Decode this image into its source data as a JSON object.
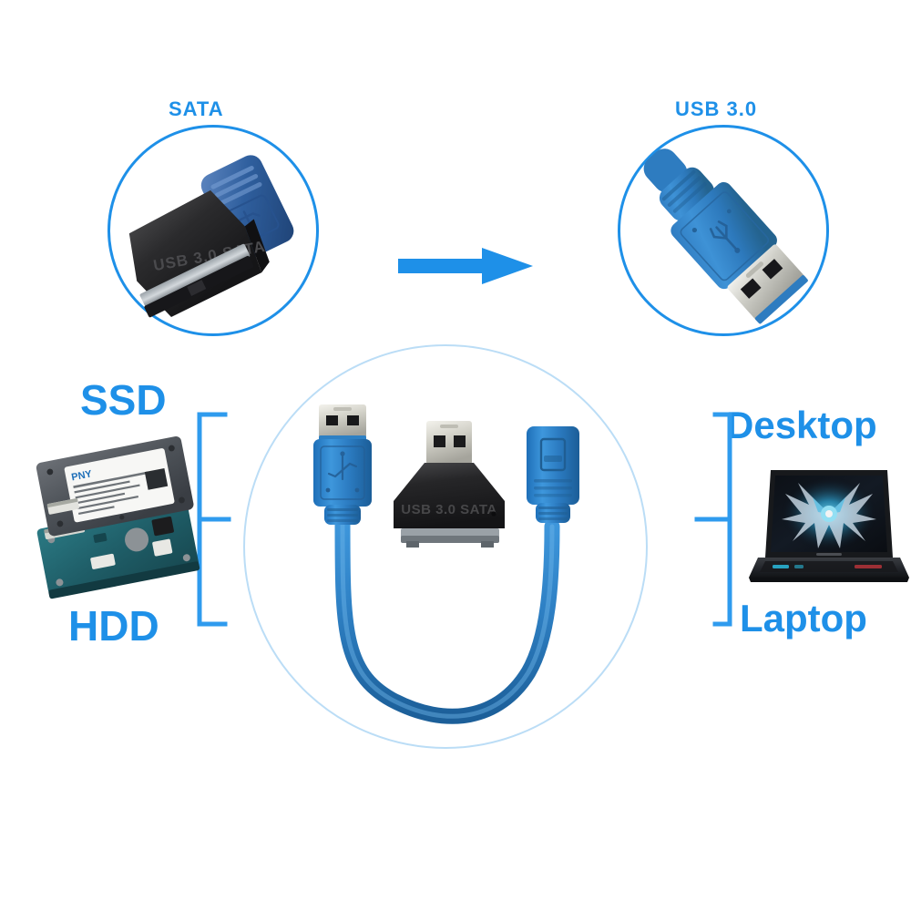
{
  "page": {
    "background": "#ffffff",
    "accent_blue": "#1E90E8",
    "pale_blue": "#BBDDF6"
  },
  "top_section": {
    "left": {
      "label": "SATA",
      "icon": "sata-adapter-head-icon",
      "embossed_text": "USB 3.0 SATA"
    },
    "arrow": {
      "icon": "right-arrow-icon",
      "color": "#1E90E8"
    },
    "right": {
      "label": "USB 3.0",
      "icon": "usb-a-male-plug-icon"
    }
  },
  "left_section": {
    "top_label": "SSD",
    "bottom_label": "HDD",
    "bracket": "right-facing-brace",
    "icon": "ssd-hdd-drives-icon"
  },
  "right_section": {
    "top_label": "Desktop",
    "bottom_label": "Laptop",
    "bracket": "left-facing-brace",
    "icon": "laptop-computer-icon"
  },
  "center_section": {
    "icon": "usb3-to-sata-adapter-cable-icon",
    "adapter_text": "USB 3.0 SATA",
    "parts": {
      "left_connector": "usb-a-male-connector",
      "middle_connector": "sata-adapter-with-usb-plug",
      "right_connector": "usb-a-female-connector"
    }
  }
}
